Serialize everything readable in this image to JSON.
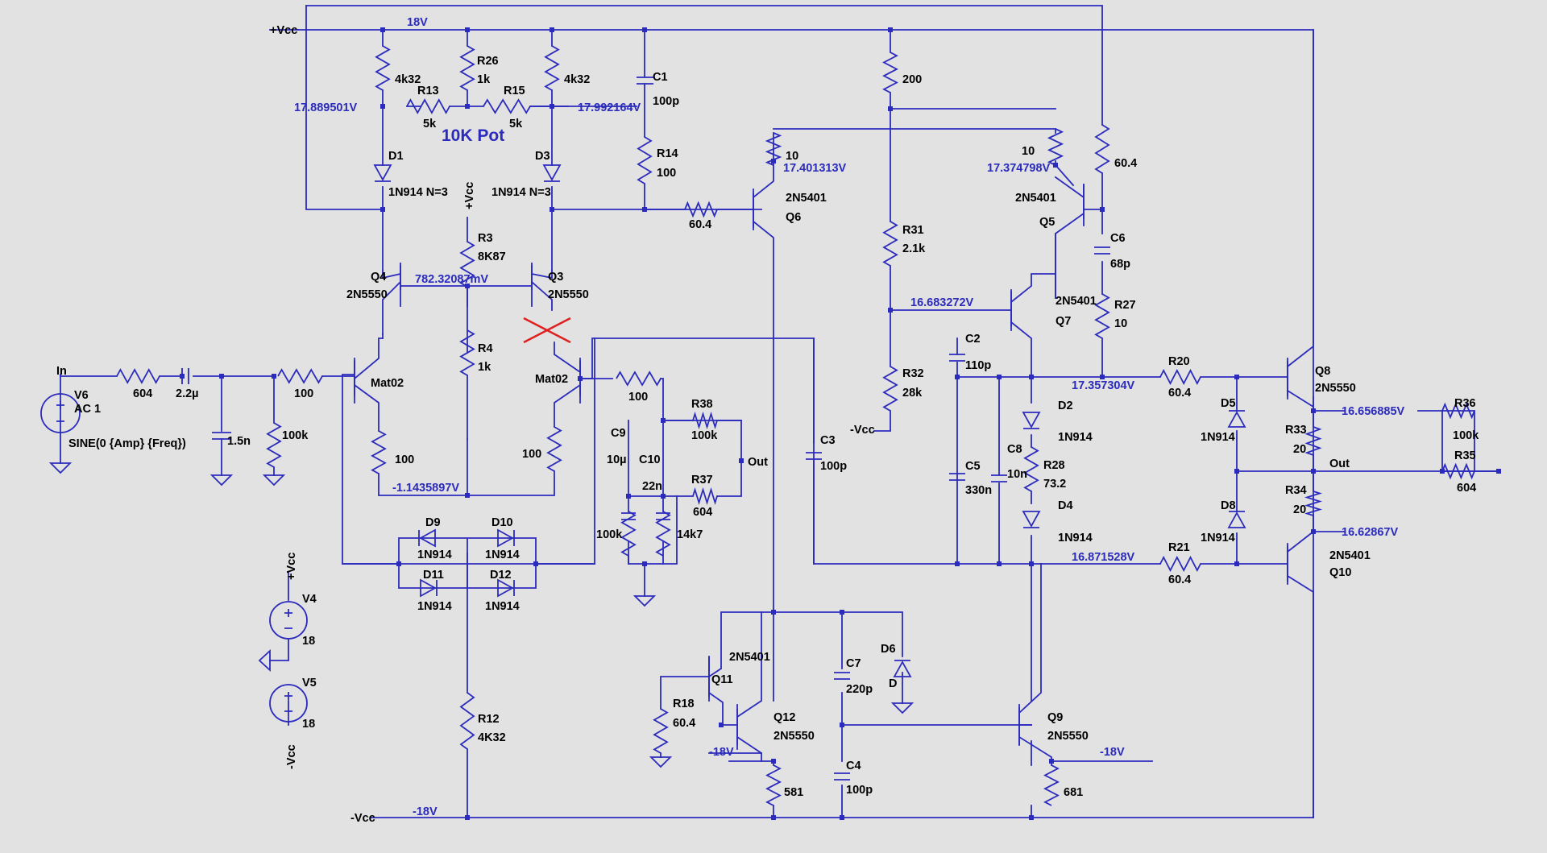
{
  "schematic": {
    "annotations": {
      "pot_note": "10K Pot"
    },
    "rails": {
      "vcc_top": "+Vcc",
      "vcc_top_volts": "18V",
      "vcc_bottom": "-Vcc",
      "vcc_bottom_volts": "-18V",
      "vcc_mid": "-Vcc",
      "q3_vcc": "+Vcc",
      "v4_net": "+Vcc",
      "v5_net": "-Vcc",
      "neg18_left": "-18V",
      "neg18_right": "-18V"
    },
    "nets": {
      "in": "In",
      "out_mid": "Out",
      "out_amp": "Out"
    },
    "sources": {
      "v6": {
        "ref": "V6",
        "ac": "AC 1",
        "value": "SINE(0 {Amp} {Freq})"
      },
      "v4": {
        "ref": "V4",
        "value": "18"
      },
      "v5": {
        "ref": "V5",
        "value": "18"
      }
    },
    "transistors": {
      "q4": {
        "ref": "Q4",
        "model": "2N5550"
      },
      "q3": {
        "ref": "Q3",
        "model": "2N5550"
      },
      "mat_left": {
        "model": "Mat02"
      },
      "mat_right": {
        "model": "Mat02"
      },
      "q6": {
        "ref": "Q6",
        "model": "2N5401"
      },
      "q5": {
        "ref": "Q5",
        "model": "2N5401"
      },
      "q7": {
        "ref": "Q7",
        "model": "2N5401"
      },
      "q8": {
        "ref": "Q8",
        "model": "2N5550"
      },
      "q10": {
        "ref": "Q10",
        "model": "2N5401"
      },
      "q11": {
        "ref": "Q11",
        "model": "2N5401"
      },
      "q12": {
        "ref": "Q12",
        "model": "2N5550"
      },
      "q9": {
        "ref": "Q9",
        "model": "2N5550"
      }
    },
    "resistors": {
      "r_4k32_a": {
        "value": "4k32"
      },
      "r26": {
        "ref": "R26",
        "value": "1k"
      },
      "r_4k32_b": {
        "value": "4k32"
      },
      "r13": {
        "ref": "R13",
        "value": "5k"
      },
      "r15": {
        "ref": "R15",
        "value": "5k"
      },
      "r14": {
        "ref": "R14",
        "value": "100"
      },
      "r3": {
        "ref": "R3",
        "value": "8K87"
      },
      "r4": {
        "ref": "R4",
        "value": "1k"
      },
      "r_in_604": {
        "value": "604"
      },
      "r_in_100": {
        "value": "100"
      },
      "r_in_100k": {
        "value": "100k"
      },
      "r_e_left": {
        "value": "100"
      },
      "r_e_right": {
        "value": "100"
      },
      "r_b_right": {
        "value": "100"
      },
      "r38": {
        "ref": "R38",
        "value": "100k"
      },
      "r37": {
        "ref": "R37",
        "value": "604"
      },
      "r_fb_100k": {
        "value": "100k"
      },
      "r_fb_14k7": {
        "value": "14k7"
      },
      "r12": {
        "ref": "R12",
        "value": "4K32"
      },
      "r_q6_base": {
        "value": "60.4"
      },
      "r_q6_e": {
        "value": "10"
      },
      "r_200": {
        "value": "200"
      },
      "r31": {
        "ref": "R31",
        "value": "2.1k"
      },
      "r32": {
        "ref": "R32",
        "value": "28k"
      },
      "r_q5_e": {
        "value": "10"
      },
      "r_60_4": {
        "value": "60.4"
      },
      "r27": {
        "ref": "R27",
        "value": "10"
      },
      "r28": {
        "ref": "R28",
        "value": "73.2"
      },
      "r20": {
        "ref": "R20",
        "value": "60.4"
      },
      "r21": {
        "ref": "R21",
        "value": "60.4"
      },
      "r33": {
        "ref": "R33",
        "value": "20"
      },
      "r34": {
        "ref": "R34",
        "value": "20"
      },
      "r36": {
        "ref": "R36",
        "value": "100k"
      },
      "r35": {
        "ref": "R35",
        "value": "604"
      },
      "r18": {
        "ref": "R18",
        "value": "60.4"
      },
      "r_581": {
        "value": "581"
      },
      "r_681": {
        "value": "681"
      }
    },
    "capacitors": {
      "c1": {
        "ref": "C1",
        "value": "100p"
      },
      "c_in": {
        "value": "2.2µ"
      },
      "c_1n5": {
        "value": "1.5n"
      },
      "c9": {
        "ref": "C9",
        "value": "10µ"
      },
      "c10": {
        "ref": "C10",
        "value": "22n"
      },
      "c3": {
        "ref": "C3",
        "value": "100p"
      },
      "c2": {
        "ref": "C2",
        "value": "110p"
      },
      "c5": {
        "ref": "C5",
        "value": "330n"
      },
      "c8": {
        "ref": "C8",
        "value": "10n"
      },
      "c6": {
        "ref": "C6",
        "value": "68p"
      },
      "c7": {
        "ref": "C7",
        "value": "220p"
      },
      "c4": {
        "ref": "C4",
        "value": "100p"
      }
    },
    "diodes": {
      "d1": {
        "ref": "D1",
        "model": "1N914 N=3"
      },
      "d3": {
        "ref": "D3",
        "model": "1N914 N=3"
      },
      "d9": {
        "ref": "D9",
        "model": "1N914"
      },
      "d10": {
        "ref": "D10",
        "model": "1N914"
      },
      "d11": {
        "ref": "D11",
        "model": "1N914"
      },
      "d12": {
        "ref": "D12",
        "model": "1N914"
      },
      "d2": {
        "ref": "D2",
        "model": "1N914"
      },
      "d4": {
        "ref": "D4",
        "model": "1N914"
      },
      "d5": {
        "ref": "D5",
        "model": "1N914"
      },
      "d8": {
        "ref": "D8",
        "model": "1N914"
      },
      "d6": {
        "ref": "D6",
        "model": "D"
      }
    },
    "voltages": {
      "v_left_div": "17.889501V",
      "v_right_div": "17.992164V",
      "v_tail": "782.32087mV",
      "v_mat_emit": "-1.1435897V",
      "v_q6_emit": "17.401313V",
      "v_q5_emit": "17.374798V",
      "v_q7_base": "16.683272V",
      "v_drv_top": "17.357304V",
      "v_drv_bot": "16.871528V",
      "v_out_top": "16.656885V",
      "v_out_bot": "16.62867V"
    }
  }
}
